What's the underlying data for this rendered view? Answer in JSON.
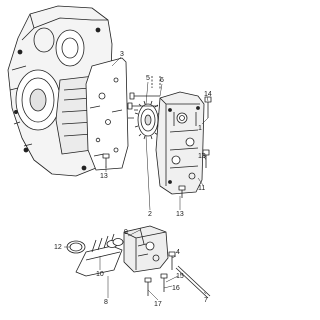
{
  "diagram": {
    "callouts": [
      {
        "id": "c1",
        "text": "1"
      },
      {
        "id": "c2",
        "text": "2"
      },
      {
        "id": "c3",
        "text": "3"
      },
      {
        "id": "c4",
        "text": "4"
      },
      {
        "id": "c5",
        "text": "5"
      },
      {
        "id": "c6",
        "text": "6"
      },
      {
        "id": "c7",
        "text": "7"
      },
      {
        "id": "c8",
        "text": "8"
      },
      {
        "id": "c9",
        "text": "9"
      },
      {
        "id": "c10",
        "text": "10"
      },
      {
        "id": "c11",
        "text": "11"
      },
      {
        "id": "c12",
        "text": "12"
      },
      {
        "id": "c13a",
        "text": "13"
      },
      {
        "id": "c13b",
        "text": "13"
      },
      {
        "id": "c14",
        "text": "14"
      },
      {
        "id": "c15",
        "text": "15"
      },
      {
        "id": "c16a",
        "text": "16"
      },
      {
        "id": "c16b",
        "text": "16"
      },
      {
        "id": "c17",
        "text": "17"
      }
    ],
    "line_color": "#222222"
  }
}
